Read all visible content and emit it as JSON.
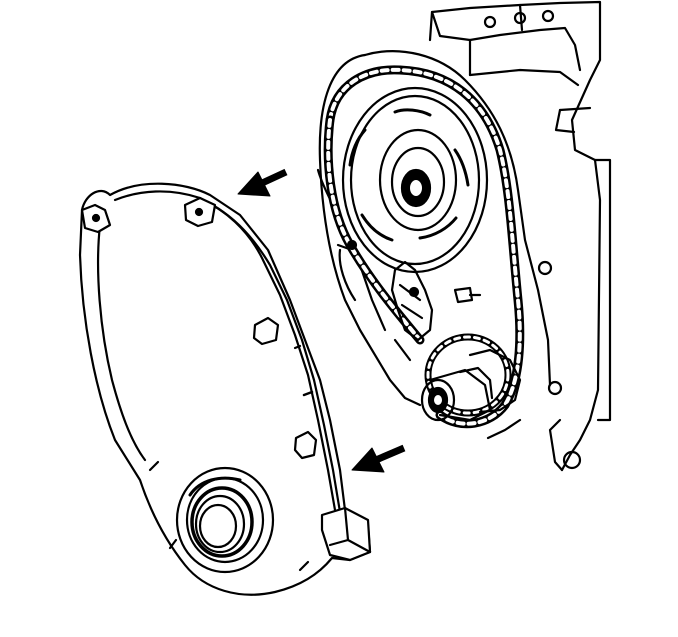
{
  "diagram": {
    "kind": "exploded-view line drawing",
    "parts": [
      "engine-block",
      "timing-chain",
      "camshaft-sprocket",
      "crankshaft-sprocket",
      "timing-cover",
      "crankshaft-seal"
    ],
    "arrows": [
      {
        "id": "upper-removal-arrow",
        "direction": "up-left"
      },
      {
        "id": "lower-removal-arrow",
        "direction": "down-left"
      }
    ],
    "colors": {
      "ink": "#000000",
      "paper": "#ffffff"
    }
  }
}
